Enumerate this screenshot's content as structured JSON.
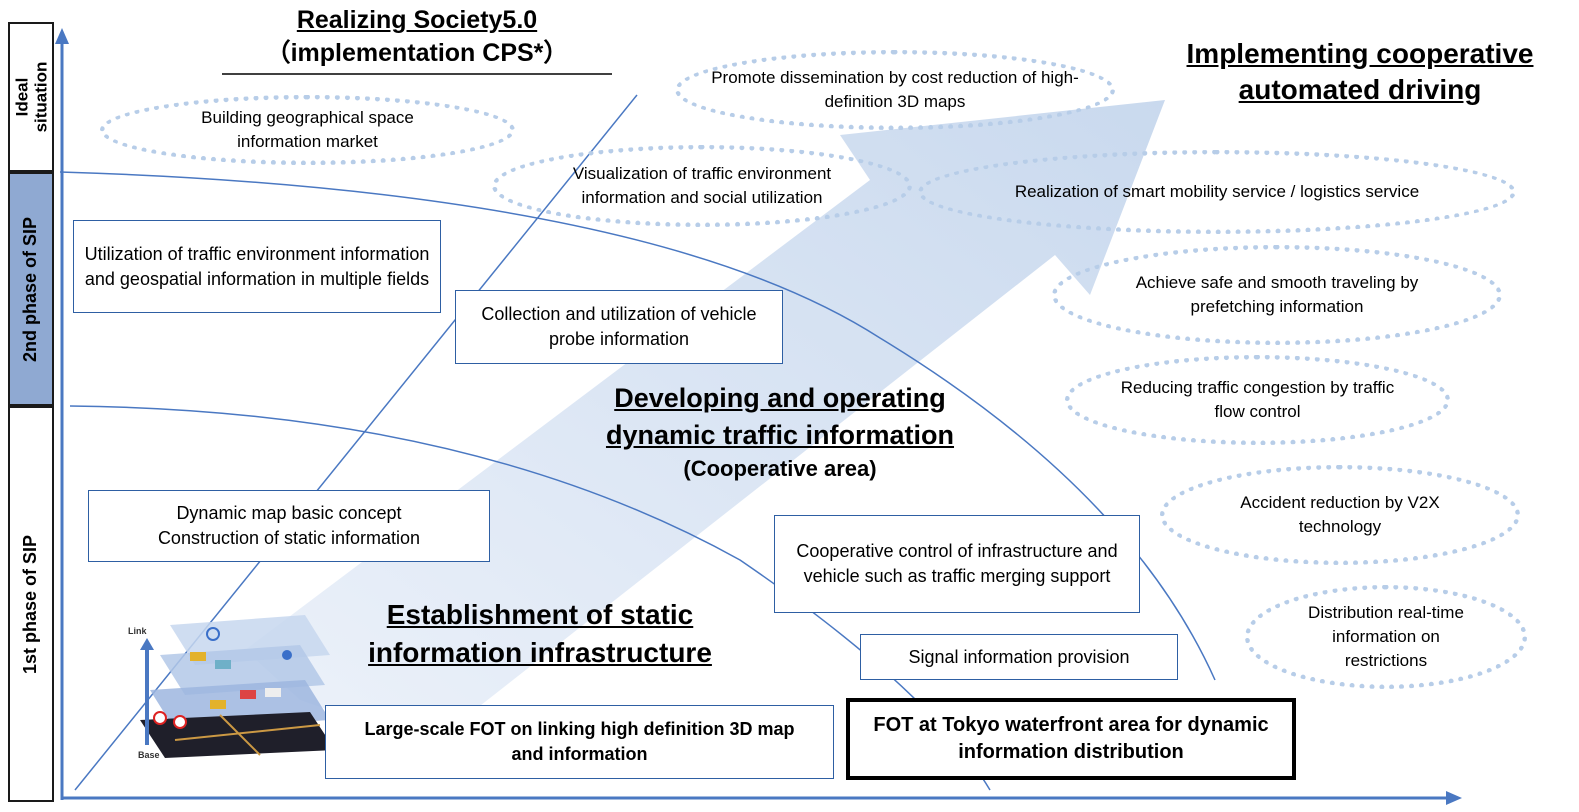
{
  "phases": {
    "ideal": "Ideal situation",
    "second": "2nd phase of SIP",
    "first": "1st phase of SIP"
  },
  "titles": {
    "society_line1": "Realizing  Society5.0",
    "society_line2": "（implementation CPS*）",
    "cooperative_line1": "Implementing cooperative",
    "cooperative_line2": "automated driving",
    "dynamic_line1": "Developing and operating",
    "dynamic_line2": "dynamic traffic information",
    "dynamic_sub": "(Cooperative area)",
    "static_line1": "Establishment of static",
    "static_line2": "information infrastructure"
  },
  "ovals": {
    "geo_market": "Building  geographical space information market",
    "map_cost": "Promote dissemination by cost reduction of high-definition 3D maps",
    "visualization": "Visualization of traffic environment information and social utilization",
    "smart_mobility": "Realization of smart mobility service / logistics service",
    "safe_travel": "Achieve safe and smooth traveling by prefetching information",
    "congestion": "Reducing traffic congestion by traffic flow control",
    "v2x": "Accident reduction by V2X technology",
    "restrictions": "Distribution real-time information on restrictions"
  },
  "boxes": {
    "multi_fields": "Utilization of traffic environment information and geospatial information in multiple  fields",
    "probe": "Collection and utilization of vehicle probe information",
    "dynamic_map": "Dynamic map basic concept Construction of static information",
    "merging": "Cooperative control of infrastructure and vehicle such as traffic merging support",
    "signal": "Signal information provision",
    "large_fot": "Large-scale FOT on linking high definition 3D map and information",
    "tokyo_fot": "FOT at Tokyo waterfront area for dynamic information distribution"
  },
  "map_labels": {
    "link": "Link",
    "base": "Base"
  },
  "colors": {
    "axis": "#4a78c2",
    "phase_fill": "#8fa9d2",
    "arrow": "#dfe8f5",
    "oval_dots": "#b7cde8",
    "box_border": "#2e5fa3"
  }
}
